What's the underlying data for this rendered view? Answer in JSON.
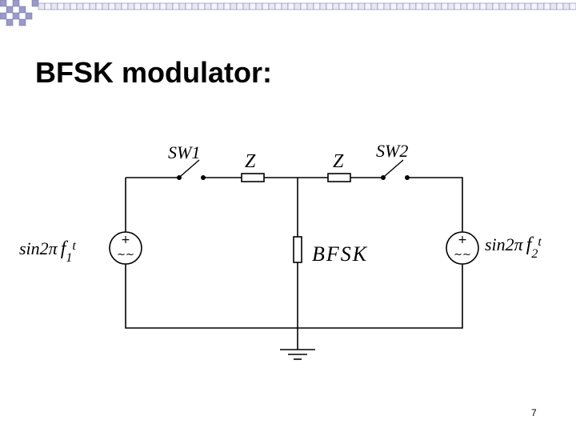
{
  "slide": {
    "title": "BFSK modulator:",
    "page_number": "7"
  },
  "diagram": {
    "switch_1_label": "SW1",
    "switch_2_label": "SW2",
    "impedance_1_label": "Z",
    "impedance_2_label": "Z",
    "output_label": "BFSK",
    "source_1": {
      "prefix": "sin2π",
      "freq": "f",
      "sub": "1",
      "suffix": "t"
    },
    "source_2": {
      "prefix": "sin2π",
      "freq": "f",
      "sub": "2",
      "suffix": "t"
    },
    "source_polarity": "+",
    "source_wave": "~~"
  },
  "colors": {
    "deco_square": "#9a9ac8",
    "deco_square_light": "#e8e8f4",
    "wire": "#000000"
  }
}
